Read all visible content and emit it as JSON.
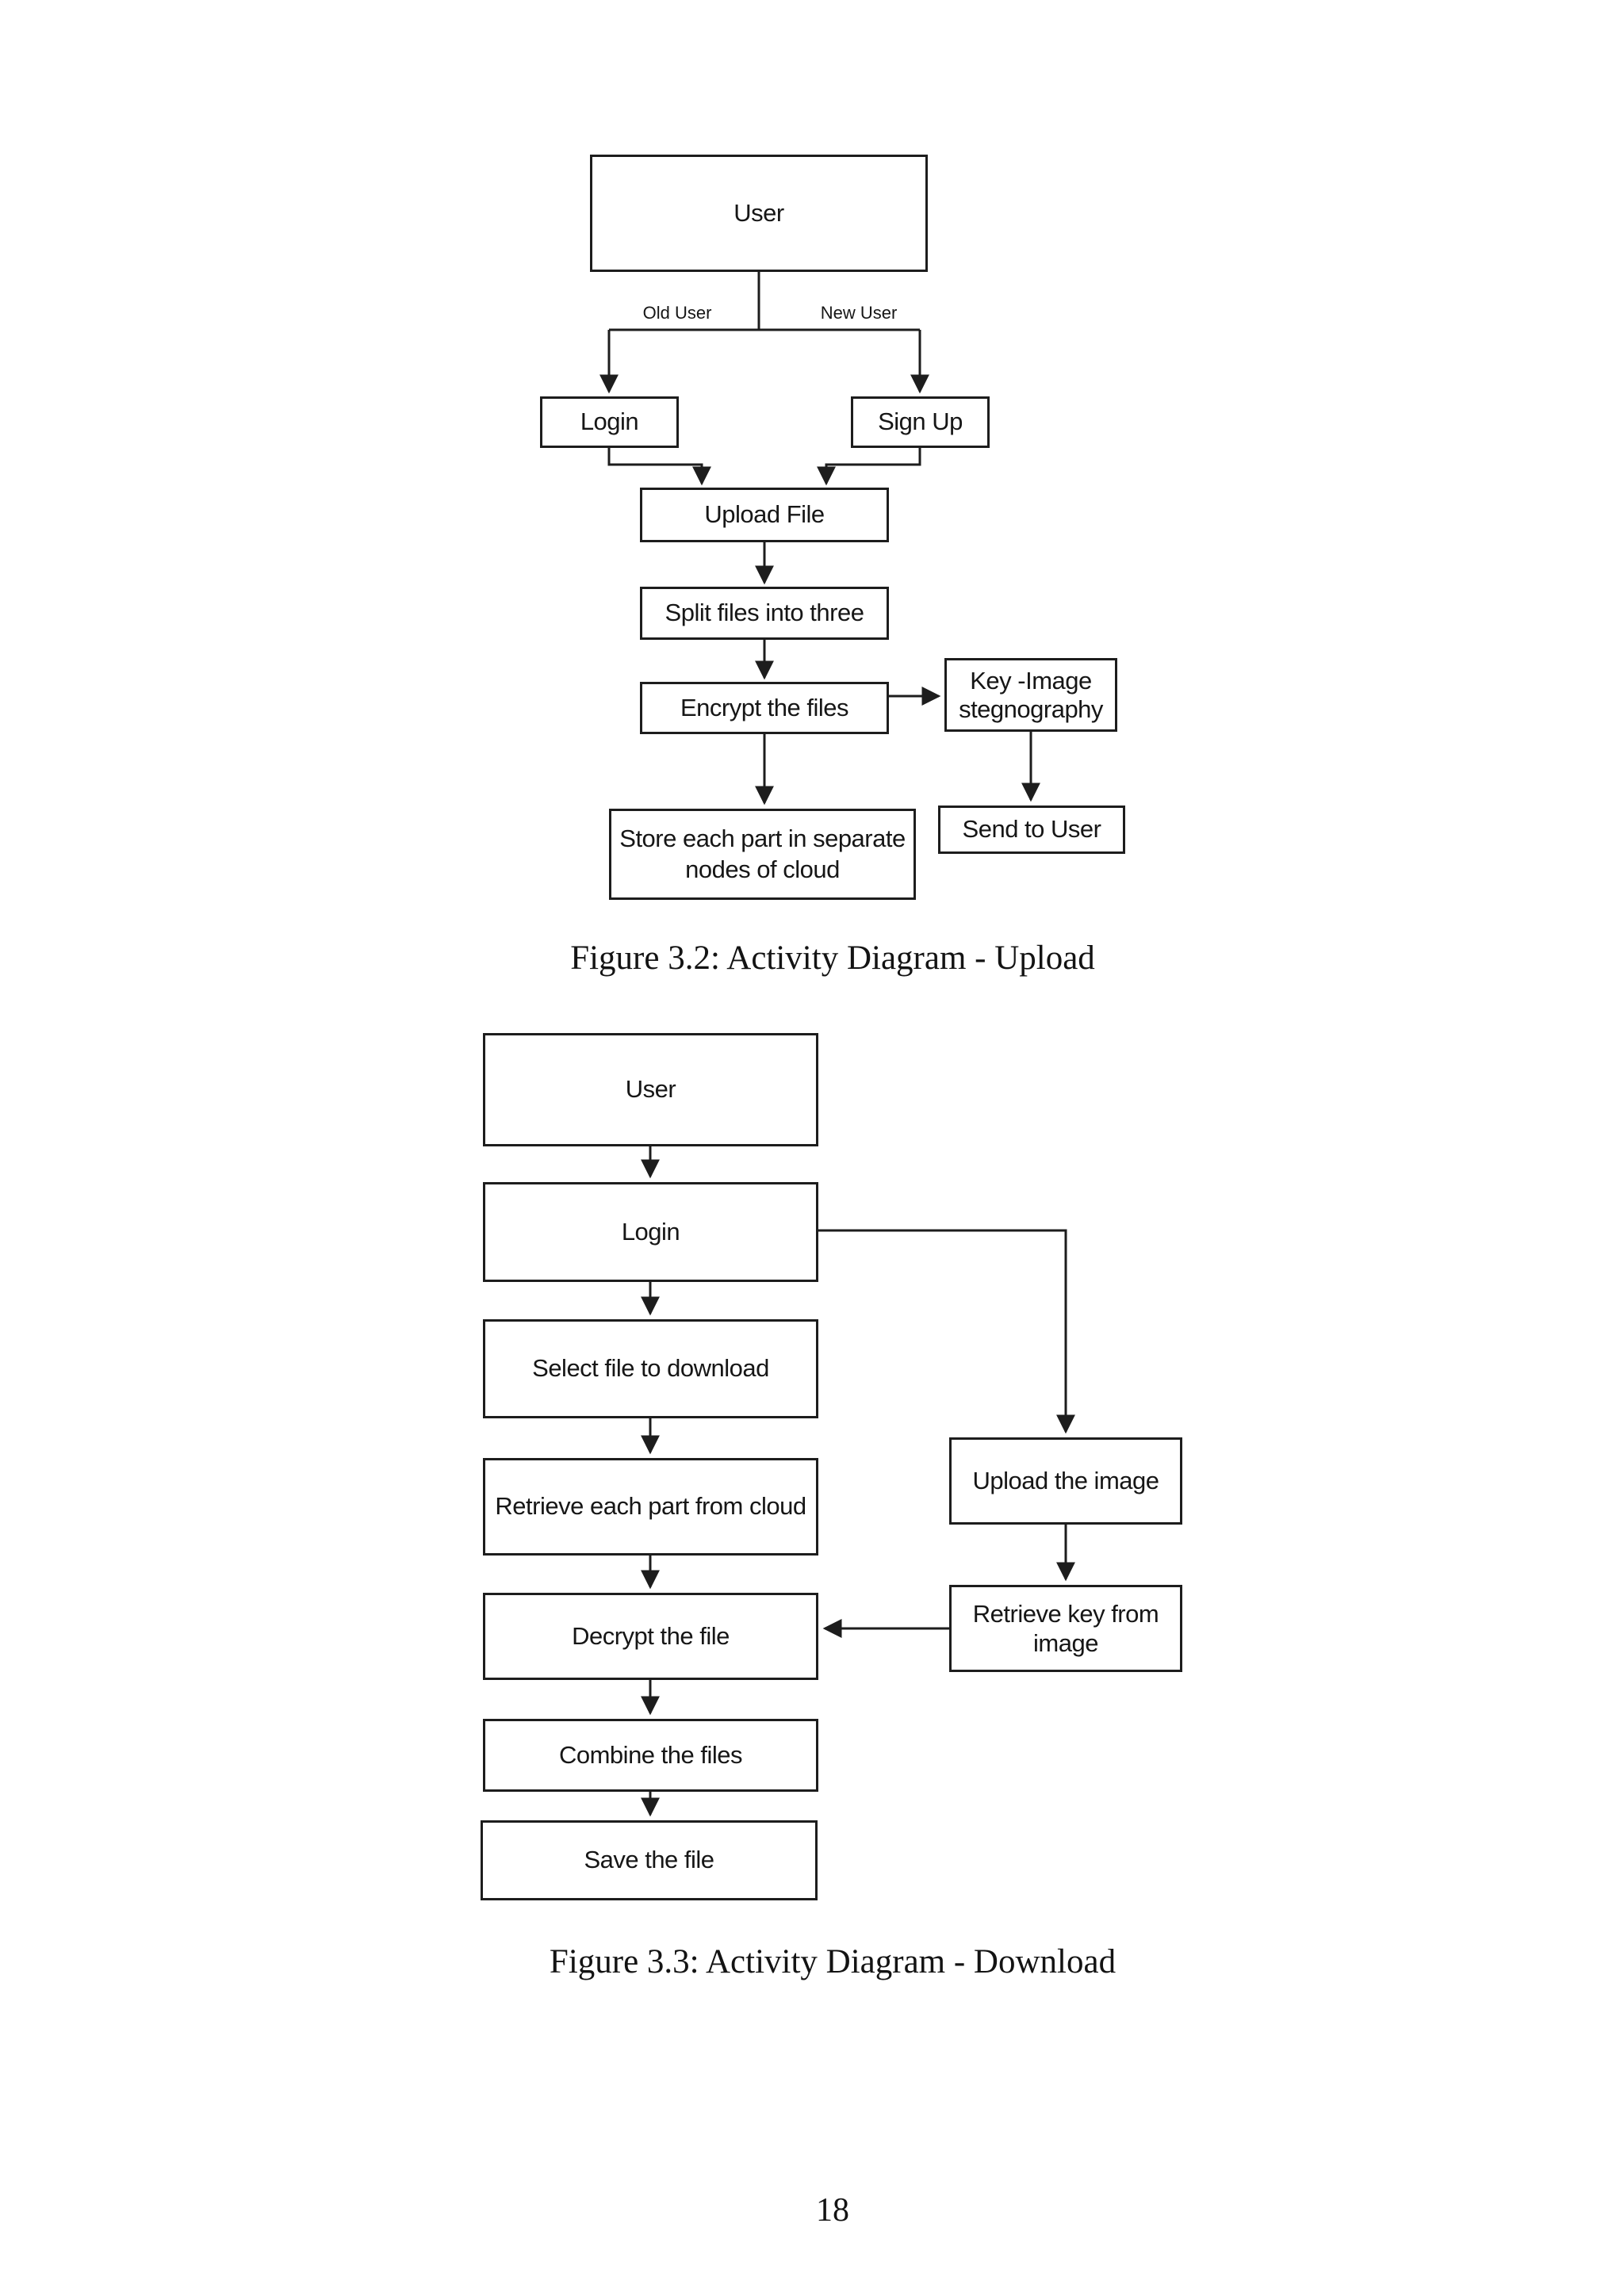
{
  "colors": {
    "ink": "#1d1d1d",
    "background": "#ffffff"
  },
  "figure_upload": {
    "caption": "Figure 3.2: Activity Diagram - Upload",
    "edge_labels": {
      "old_user": "Old User",
      "new_user": "New User"
    },
    "nodes": {
      "user": {
        "label": "User"
      },
      "login": {
        "label": "Login"
      },
      "signup": {
        "label": "Sign Up"
      },
      "upload_file": {
        "label": "Upload File"
      },
      "split": {
        "label": "Split files into three"
      },
      "encrypt": {
        "label": "Encrypt the files"
      },
      "key_steg": {
        "line1": "Key -Image",
        "line2": "stegnography"
      },
      "store": {
        "line1": "Store each part in separate",
        "line2": "nodes of cloud"
      },
      "send": {
        "label": "Send to User"
      }
    }
  },
  "figure_download": {
    "caption": "Figure 3.3: Activity Diagram - Download",
    "nodes": {
      "user": {
        "label": "User"
      },
      "login": {
        "label": "Login"
      },
      "select": {
        "label": "Select file to download"
      },
      "retrieve_parts": {
        "label": "Retrieve each part from cloud"
      },
      "decrypt": {
        "label": "Decrypt the file"
      },
      "combine": {
        "label": "Combine the files"
      },
      "save": {
        "label": "Save the file"
      },
      "upload_image": {
        "label": "Upload the image"
      },
      "retrieve_key": {
        "line1": "Retrieve key from",
        "line2": "image"
      }
    }
  },
  "page": {
    "number": "18"
  }
}
